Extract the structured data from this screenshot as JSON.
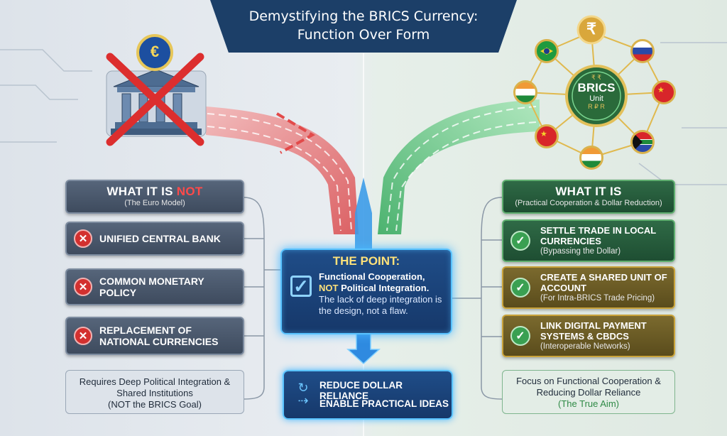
{
  "title": {
    "line1": "Demystifying the BRICS Currency:",
    "line2": "Function Over Form"
  },
  "left": {
    "header": {
      "prefix": "WHAT IT IS ",
      "emph": "NOT",
      "sub": "(The Euro Model)"
    },
    "items": [
      {
        "text": "UNIFIED CENTRAL BANK"
      },
      {
        "text": "COMMON MONETARY POLICY"
      },
      {
        "text": "REPLACEMENT OF NATIONAL CURRENCIES"
      }
    ],
    "note": {
      "line1": "Requires Deep Political Integration & Shared Institutions",
      "line2": "(NOT the BRICS Goal)"
    }
  },
  "right": {
    "header": {
      "title": "WHAT IT IS",
      "sub": "(Practical Cooperation & Dollar Reduction)"
    },
    "items": [
      {
        "title": "SETTLE TRADE IN LOCAL CURRENCIES",
        "sub": "(Bypassing the Dollar)"
      },
      {
        "title": "CREATE A SHARED UNIT OF ACCOUNT",
        "sub": "(For Intra-BRICS Trade Pricing)"
      },
      {
        "title": "LINK DIGITAL PAYMENT SYSTEMS & CBDCs",
        "sub": "(Interoperable Networks)"
      }
    ],
    "note": {
      "line1": "Focus on Functional Cooperation & Reducing Dollar Reliance",
      "line2": "(The True Aim)"
    }
  },
  "center": {
    "title": "THE POINT:",
    "line1": "Functional Cooperation,",
    "emph": "NOT",
    "line2": " Political Integration.",
    "body": "The lack of deep integration is the design, not a flaw."
  },
  "bottom": {
    "line1": "REDUCE DOLLAR RELIANCE",
    "line2": "ENABLE PRACTICAL IDEAS"
  },
  "hub": {
    "line1": "BRICS",
    "line2": "Unit",
    "top_symbols": "₹ ₹",
    "bottom_symbols": "R ₽ R"
  },
  "icons": {
    "euro": "€",
    "rupee": "₹"
  },
  "colors": {
    "red": "#d3302f",
    "green": "#3aa052",
    "blue": "#59c3ff",
    "navy": "#1c3f68",
    "gold": "#d9b24c"
  }
}
